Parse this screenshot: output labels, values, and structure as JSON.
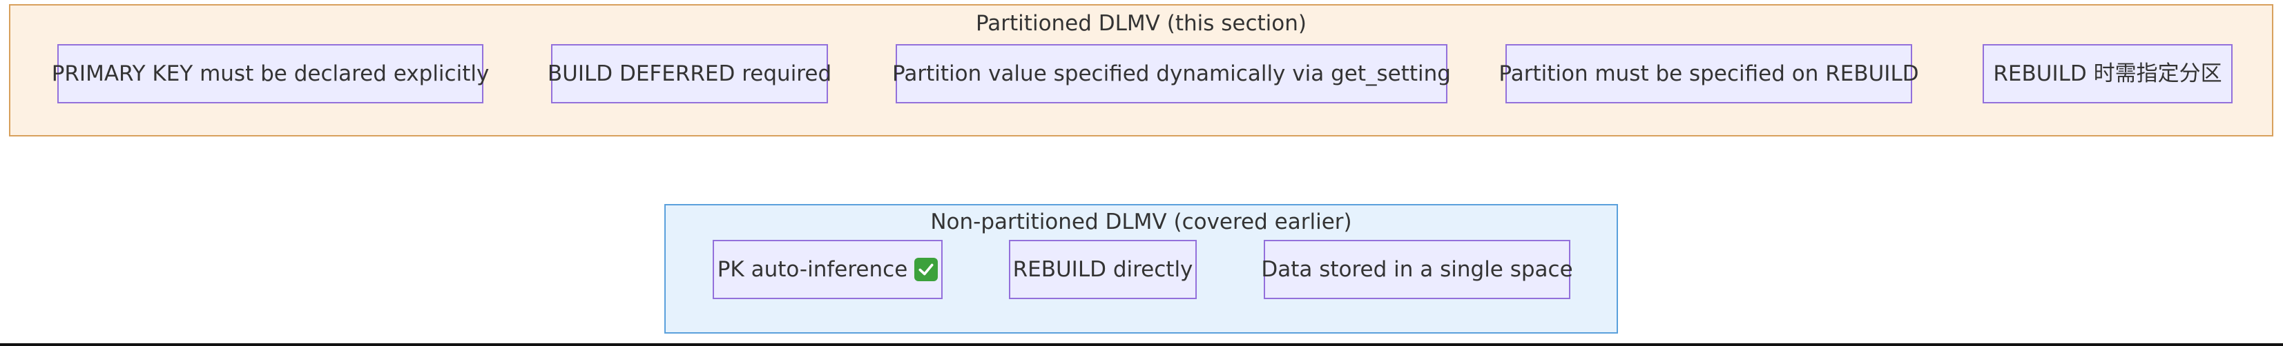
{
  "diagram": {
    "colors": {
      "partitioned_fill": "#fdf1e3",
      "partitioned_border": "#d8a05c",
      "non_partitioned_fill": "#e6f2fd",
      "non_partitioned_border": "#5aa0dc",
      "node_fill": "#ececff",
      "node_border": "#9370db",
      "text": "#333333",
      "check": "#3ca13c"
    },
    "partitioned": {
      "title": "Partitioned DLMV (this section)",
      "nodes": [
        {
          "label": "PRIMARY KEY must be declared explicitly"
        },
        {
          "label": "BUILD DEFERRED required"
        },
        {
          "label": "Partition value specified dynamically via get_setting"
        },
        {
          "label": "Partition must be specified on REBUILD"
        },
        {
          "label": "REBUILD 时需指定分区"
        }
      ]
    },
    "non_partitioned": {
      "title": "Non-partitioned DLMV (covered earlier)",
      "nodes": [
        {
          "label": "PK auto-inference",
          "icon": "check-mark-icon"
        },
        {
          "label": "REBUILD directly"
        },
        {
          "label": "Data stored in a single space"
        }
      ]
    }
  }
}
